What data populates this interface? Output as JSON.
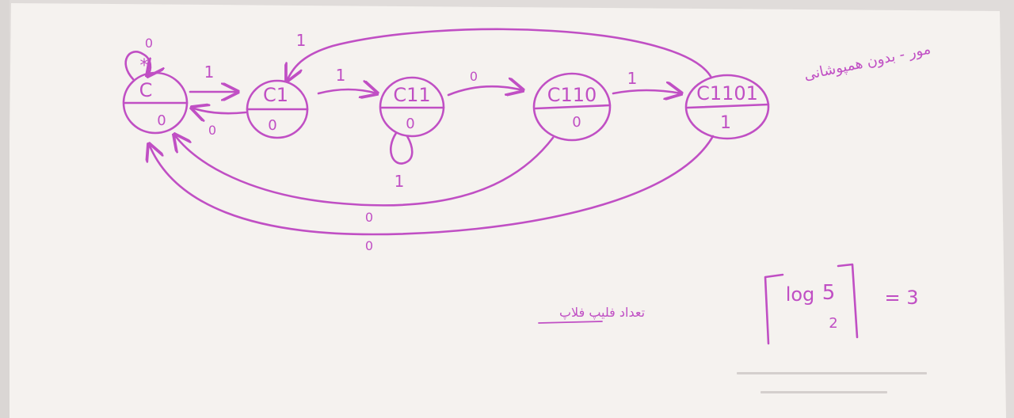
{
  "colors": {
    "ink": "#c04fc4",
    "paper": "#f5f2ef",
    "paper_shadow": "#d9d5d3",
    "faint_ink": "#cfcac8"
  },
  "states": [
    {
      "id": "s0",
      "name": "C",
      "output": "0"
    },
    {
      "id": "s1",
      "name": "C1",
      "output": "0"
    },
    {
      "id": "s2",
      "name": "C11",
      "output": "0"
    },
    {
      "id": "s3",
      "name": "C110",
      "output": "0"
    },
    {
      "id": "s4",
      "name": "C1101",
      "output": "1"
    }
  ],
  "start_marker": "*",
  "transitions": [
    {
      "from": "C",
      "to": "C",
      "label": "0"
    },
    {
      "from": "C",
      "to": "C1",
      "label": "1"
    },
    {
      "from": "C1",
      "to": "C",
      "label": "0"
    },
    {
      "from": "C1",
      "to": "C11",
      "label": "1"
    },
    {
      "from": "C11",
      "to": "C11",
      "label": "1"
    },
    {
      "from": "C11",
      "to": "C110",
      "label": "0"
    },
    {
      "from": "C110",
      "to": "C1101",
      "label": "1"
    },
    {
      "from": "C1101",
      "to": "C1",
      "label": "1"
    },
    {
      "from": "C110",
      "to": "C",
      "label": "0"
    },
    {
      "from": "C1101",
      "to": "C",
      "label": "0"
    }
  ],
  "notes": {
    "top_right": "مور - بدون همپوشانی",
    "formula_fn": "log",
    "formula_arg": "5",
    "formula_base": "2",
    "formula_result": "= 3",
    "bottom_left": "تعداد فلیپ فلاپ"
  }
}
